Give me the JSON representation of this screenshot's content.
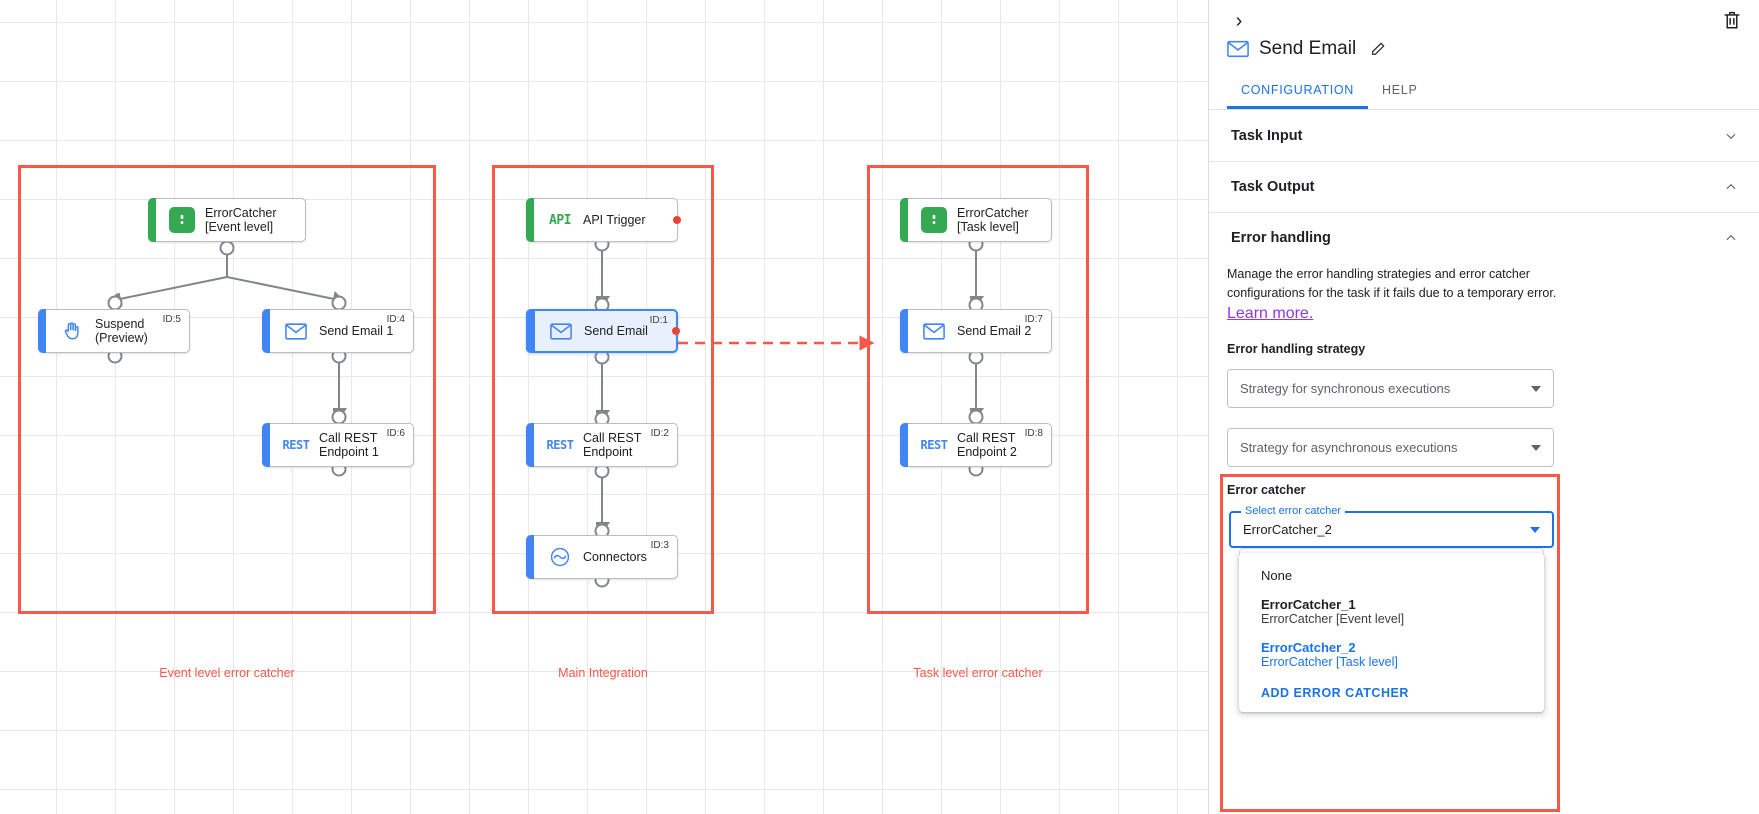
{
  "canvas": {
    "groups": [
      {
        "caption": "Event level error catcher"
      },
      {
        "caption": "Main Integration"
      },
      {
        "caption": "Task level error catcher"
      }
    ],
    "event_level_group": {
      "nodes": [
        {
          "label": "ErrorCatcher\n[Event level]",
          "icon": "error-catcher-icon",
          "id": ""
        },
        {
          "label": "Suspend\n(Preview)",
          "icon": "suspend-hand-icon",
          "id": "ID:5"
        },
        {
          "label": "Send Email 1",
          "icon": "mail-icon",
          "id": "ID:4"
        },
        {
          "label": "Call REST\nEndpoint 1",
          "icon": "rest-icon",
          "id": "ID:6"
        }
      ]
    },
    "main_integration_group": {
      "nodes": [
        {
          "label": "API Trigger",
          "icon": "api-icon",
          "id": ""
        },
        {
          "label": "Send Email",
          "icon": "mail-icon",
          "id": "ID:1"
        },
        {
          "label": "Call REST\nEndpoint",
          "icon": "rest-icon",
          "id": "ID:2"
        },
        {
          "label": "Connectors",
          "icon": "connectors-icon",
          "id": "ID:3"
        }
      ]
    },
    "task_level_group": {
      "nodes": [
        {
          "label": "ErrorCatcher\n[Task level]",
          "icon": "error-catcher-icon",
          "id": ""
        },
        {
          "label": "Send Email 2",
          "icon": "mail-icon",
          "id": "ID:7"
        },
        {
          "label": "Call REST\nEndpoint 2",
          "icon": "rest-icon",
          "id": "ID:8"
        }
      ]
    },
    "colors": {
      "highlight": "#f8584a",
      "green": "#34a853",
      "blue": "#4285f4",
      "error_dot": "#ea4335"
    }
  },
  "panel": {
    "collapse_icon": "chevron-right-icon",
    "delete_icon": "trash-icon",
    "title": "Send Email",
    "title_icon": "mail-icon",
    "edit_icon": "pencil-icon",
    "tabs": [
      {
        "label": "CONFIGURATION",
        "active": true
      },
      {
        "label": "HELP",
        "active": false
      }
    ],
    "sections": [
      {
        "label": "Task Input",
        "expanded": false,
        "caret": "chevron-down-icon"
      },
      {
        "label": "Task Output",
        "expanded": true,
        "caret": "chevron-up-icon"
      },
      {
        "label": "Error handling",
        "expanded": true,
        "caret": "chevron-up-icon"
      }
    ],
    "error_handling": {
      "description": "Manage the error handling strategies and error catcher configurations for the task if it fails due to a temporary error.",
      "learn_more": "Learn more.",
      "strategy_label": "Error handling strategy",
      "sync_placeholder": "Strategy for synchronous executions",
      "async_placeholder": "Strategy for asynchronous executions",
      "error_catcher_label": "Error catcher",
      "select_float_label": "Select error catcher",
      "select_value": "ErrorCatcher_2",
      "dropdown": {
        "items": [
          {
            "primary": "None",
            "secondary": "",
            "selected": false,
            "bold": false
          },
          {
            "primary": "ErrorCatcher_1",
            "secondary": "ErrorCatcher [Event level]",
            "selected": false,
            "bold": true
          },
          {
            "primary": "ErrorCatcher_2",
            "secondary": "ErrorCatcher [Task level]",
            "selected": true,
            "bold": true
          }
        ],
        "action": "ADD ERROR CATCHER"
      }
    },
    "colors": {
      "accent": "#1a73e8",
      "link": "#9334e6",
      "highlight": "#f8584a"
    }
  }
}
